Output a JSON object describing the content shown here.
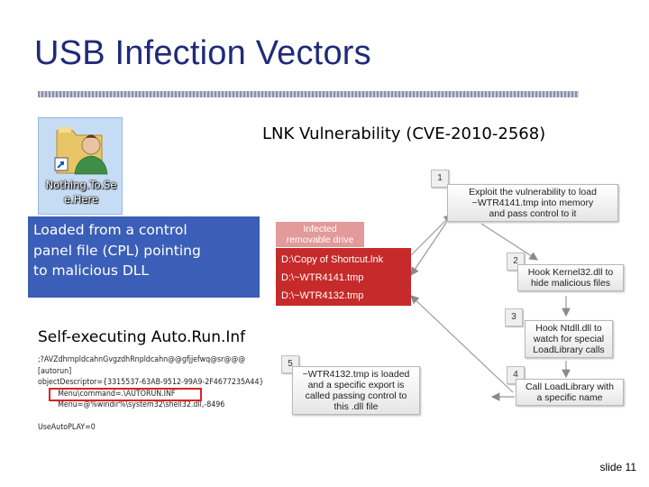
{
  "slide": {
    "title": "USB Infection Vectors",
    "slide_number": "slide 11"
  },
  "shortcut_icon": {
    "label_line1": "Nothing.To.Se",
    "label_line2": "e.Here"
  },
  "cpl_callout": {
    "line1": "Loaded from a control",
    "line2": "panel file (CPL) pointing",
    "line3": "to malicious DLL"
  },
  "lnk": {
    "heading": "LNK Vulnerability (CVE-2010-2568)",
    "drive_tag_line1": "Infected",
    "drive_tag_line2": "removable drive",
    "files": [
      "D:\\Copy of Shortcut.lnk",
      "D:\\~WTR4141.tmp",
      "D:\\~WTR4132.tmp"
    ],
    "steps": [
      {
        "num": "1",
        "text": [
          "Exploit the vulnerability to load",
          "~WTR4141.tmp into memory",
          "and pass control to it"
        ]
      },
      {
        "num": "2",
        "text": [
          "Hook Kernel32.dll to",
          "hide malicious files"
        ]
      },
      {
        "num": "3",
        "text": [
          "Hook Ntdll.dll to",
          "watch for special",
          "LoadLibrary calls"
        ]
      },
      {
        "num": "4",
        "text": [
          "Call LoadLibrary with",
          "a specific name"
        ]
      },
      {
        "num": "5",
        "text": [
          "~WTR4132.tmp is loaded",
          "and a specific export is",
          "called passing control to",
          "this .dll file"
        ]
      }
    ]
  },
  "autorun": {
    "heading": "Self-executing Auto.Run.Inf",
    "lines": [
      ";?AVZdhrnpldcahnGvgzdhRnpldcahn@@gfjjefwq@sr@@@",
      "[autorun]",
      "objectDescriptor={3315537-63AB-9512-99A9-2F4677235A44}",
      "Menu\\command=.\\AUTORUN.INF",
      "Menu=@%windir%\\system32\\shell32.dll,-8496",
      "",
      "UseAutoPLAY=0"
    ]
  },
  "colors": {
    "title": "#1f2a7a",
    "callout_bg": "#3b5fb8",
    "file_panel_bg": "#c62a2a",
    "drive_tag_bg": "#e39a9a",
    "highlight_border": "#e02020"
  }
}
